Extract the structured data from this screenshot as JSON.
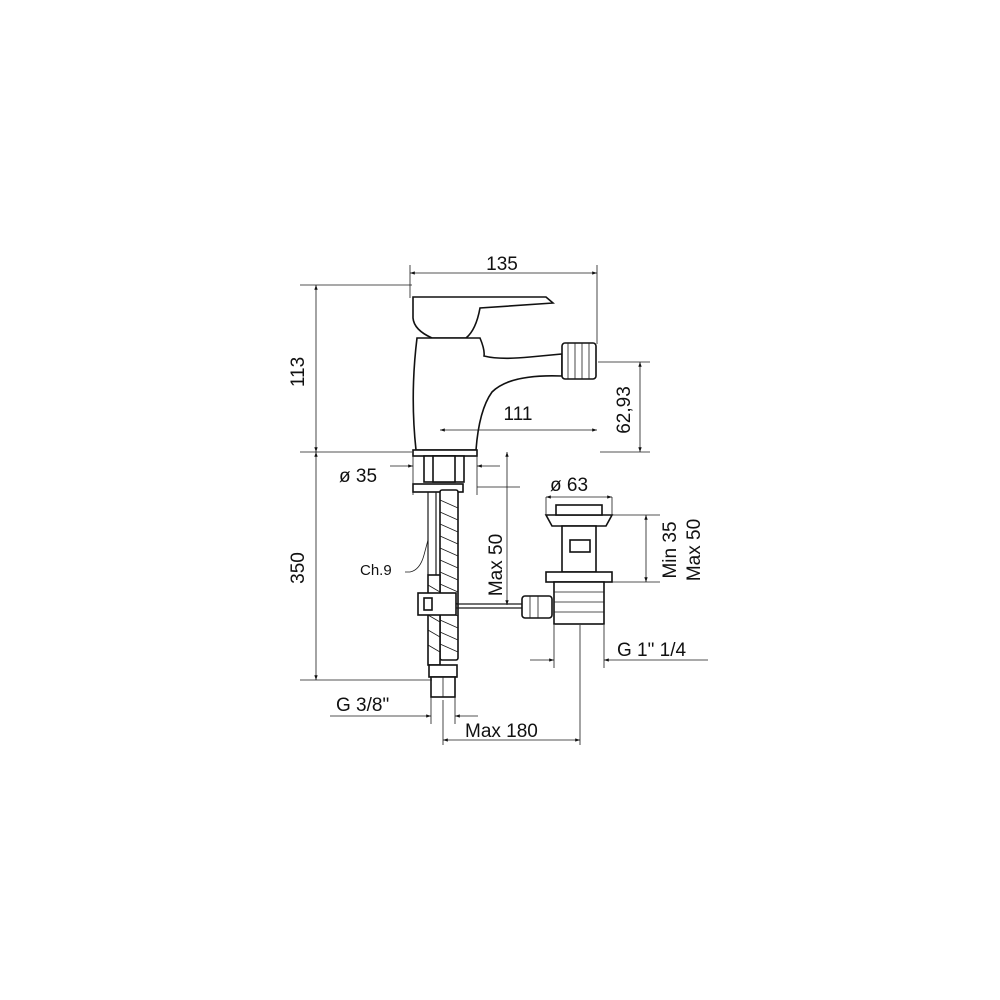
{
  "dimensions": {
    "width_135": "135",
    "height_113": "113",
    "spout_111": "111",
    "spout_height": "62,93",
    "diameter_35": "ø 35",
    "chain": "Ch.9",
    "max_50_left": "Max 50",
    "length_350": "350",
    "diameter_63": "ø 63",
    "min_35": "Min 35",
    "max_50_right": "Max 50",
    "thread_waste": "G 1\" 1/4",
    "thread_supply": "G 3/8\"",
    "max_180": "Max 180"
  }
}
